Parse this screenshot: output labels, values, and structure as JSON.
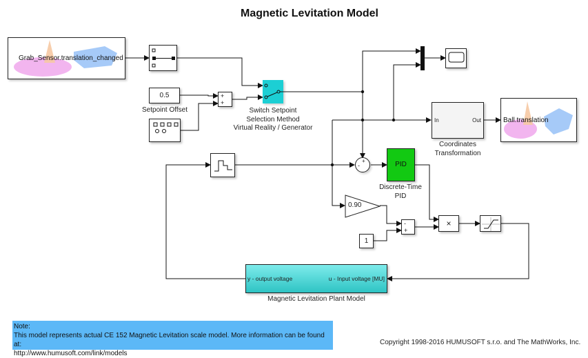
{
  "title": "Magnetic Levitation Model",
  "blocks": {
    "vr_sensor": {
      "label": "Grab_Sensor.translation_changed",
      "icon": "vr-sink-icon"
    },
    "selector": {
      "icon": "selector-icon"
    },
    "setpoint_offset": {
      "value": "0.5",
      "label": "Setpoint Offset"
    },
    "signal_generator": {
      "icon": "signal-generator-icon"
    },
    "sum1": {
      "signs": [
        "+",
        "+"
      ]
    },
    "switch": {
      "label_lines": [
        "Switch Setpoint",
        "Selection Method",
        "Virtual Reality / Generator"
      ],
      "color": "#1ccfd4"
    },
    "mux": {
      "icon": "mux-icon"
    },
    "scope": {
      "icon": "scope-icon"
    },
    "coord_transform": {
      "in_port": "In",
      "out_port": "Out",
      "label_lines": [
        "Coordinates",
        "Transformation"
      ]
    },
    "vr_ball": {
      "label": "Ball.translation",
      "icon": "vr-sink-icon"
    },
    "zoh": {
      "icon": "zero-order-hold-icon"
    },
    "sum_error": {
      "signs": [
        "+",
        "-"
      ]
    },
    "pid": {
      "text": "PID",
      "label_lines": [
        "Discrete-Time",
        "PID"
      ],
      "color": "#12c912"
    },
    "gain": {
      "value": "0.90"
    },
    "constant": {
      "value": "1"
    },
    "sum2": {
      "signs": [
        "-",
        "+"
      ]
    },
    "product": {
      "symbol": "×"
    },
    "saturation": {
      "icon": "saturation-icon"
    },
    "plant": {
      "out_port": "y - output voltage",
      "in_port": "u - Input voltage [MU]",
      "label": "Magnetic Levitation Plant Model",
      "color": "#3fd6d6"
    }
  },
  "note": {
    "lines": [
      "Note:",
      "This model represents actual CE 152 Magnetic Levitation scale model. More information can be found at:",
      "http://www.humusoft.com/link/models"
    ],
    "color": "#5cb8f7"
  },
  "copyright": "Copyright 1998-2016 HUMUSOFT s.r.o. and The MathWorks, Inc."
}
